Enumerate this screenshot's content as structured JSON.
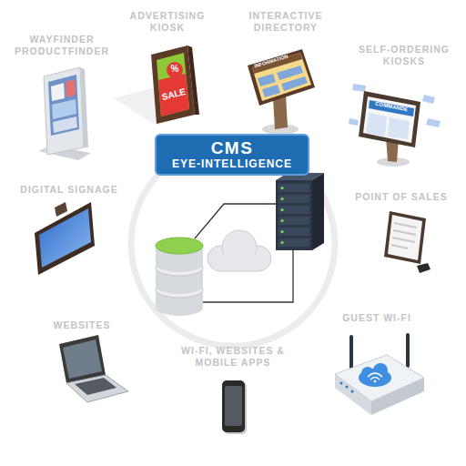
{
  "diagram": {
    "nodes": [
      {
        "text": [
          "CMS",
          "EYE-INTELLIGENCE"
        ]
      }
    ],
    "labels": [
      "WAYFINDER PRODUCTFINDER",
      "ADVERTISING KIOSK",
      "INTERACTIVE DIRECTORY",
      "SELF-ORDERING KIOSKS",
      "DIGITAL SIGNAGE",
      "POINT OF SALES",
      "WEBSITES",
      "WI-FI, WEBSITES & MOBILE APPS",
      "GUEST WI-FI",
      "%",
      "SALE",
      "INFORMATION",
      "COMMANDE"
    ]
  }
}
